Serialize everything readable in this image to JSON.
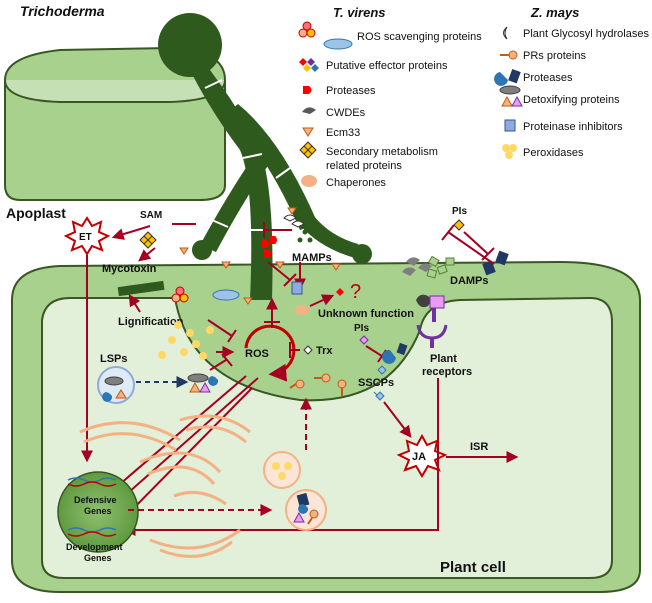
{
  "titles": {
    "trichoderma": "Trichoderma",
    "tvirens": "T. virens",
    "zmays": "Z. mays"
  },
  "legend": {
    "tvirens": [
      {
        "label": "ROS scavenging proteins",
        "icon": "ros-scavenging-icon"
      },
      {
        "label": "Putative effector proteins",
        "icon": "effector-icon"
      },
      {
        "label": "Proteases",
        "icon": "protease-icon"
      },
      {
        "label": "CWDEs",
        "icon": "cwde-icon"
      },
      {
        "label": "Ecm33",
        "icon": "ecm33-icon"
      },
      {
        "label": "Secondary metabolism",
        "label2": "related proteins",
        "icon": "secondary-metabolism-icon"
      },
      {
        "label": "Chaperones",
        "icon": "chaperone-icon"
      }
    ],
    "zmays": [
      {
        "label": "Plant Glycosyl hydrolases",
        "icon": "glycosyl-hydrolase-icon"
      },
      {
        "label": "PRs proteins",
        "icon": "pr-protein-icon"
      },
      {
        "label": "Proteases",
        "icon": "plant-protease-icon"
      },
      {
        "label": "Detoxifying proteins",
        "icon": "detoxifying-icon"
      },
      {
        "label": "Proteinase inhibitors",
        "icon": "proteinase-inhibitor-icon"
      },
      {
        "label": "Peroxidases",
        "icon": "peroxidase-icon"
      }
    ]
  },
  "labels": {
    "apoplast": "Apoplast",
    "plant_cell": "Plant cell",
    "sam": "SAM",
    "et": "ET",
    "mycotoxin": "Mycotoxin",
    "mamps": "MAMPs",
    "damps": "DAMPs",
    "pis_top": "PIs",
    "pis_inner": "PIs",
    "lignification": "Lignification",
    "unknown_function": "Unknown function",
    "question": "?",
    "ros": "ROS",
    "trx": "Trx",
    "lsps": "LSPs",
    "sscps": "SSCPs",
    "plant_receptors_1": "Plant",
    "plant_receptors_2": "receptors",
    "ja": "JA",
    "isr": "ISR",
    "defensive_genes_1": "Defensive",
    "defensive_genes_2": "Genes",
    "development_genes_1": "Development",
    "development_genes_2": "Genes"
  },
  "colors": {
    "hypha": "#2f5a1e",
    "cell_wall": "#a9d18e",
    "cytoplasm": "#e2efd9",
    "arrow": "#a50021",
    "nucleus": "#c5e0b4",
    "golgi": "#f4b183"
  }
}
